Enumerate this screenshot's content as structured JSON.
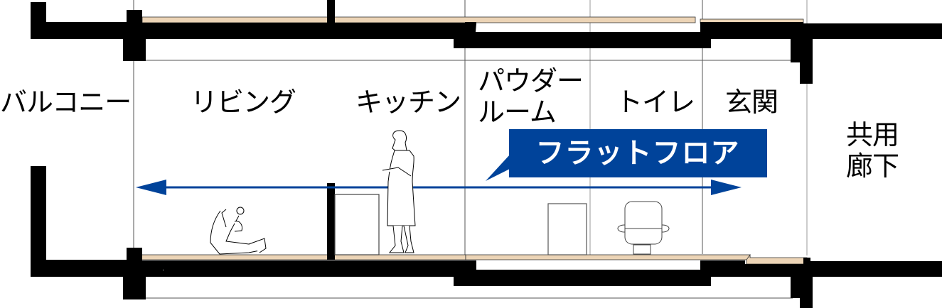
{
  "diagram": {
    "type": "architectural-section",
    "colors": {
      "structure": "#000000",
      "flooring": "#ecd4b6",
      "accent_blue": "#00439a",
      "grid_line": "#555555",
      "light_grid_line": "#bbbbbb",
      "text": "#000000",
      "callout_text": "#ffffff"
    }
  },
  "rooms": [
    {
      "id": "balcony",
      "label": "バルコニー"
    },
    {
      "id": "living",
      "label": "リビング"
    },
    {
      "id": "kitchen",
      "label": "キッチン"
    },
    {
      "id": "powder_room",
      "label_line1": "パウダー",
      "label_line2": "ルーム"
    },
    {
      "id": "toilet",
      "label": "トイレ"
    },
    {
      "id": "entrance",
      "label": "玄関"
    },
    {
      "id": "common_corridor",
      "label_line1": "共用",
      "label_line2": "廊下"
    }
  ],
  "callout": {
    "label": "フラットフロア",
    "arrow": "double-headed horizontal arrow spanning living room to entrance"
  },
  "figures": [
    {
      "id": "sitting-person",
      "room": "living"
    },
    {
      "id": "standing-woman",
      "room": "kitchen"
    },
    {
      "id": "kitchen-counter",
      "room": "kitchen"
    },
    {
      "id": "washstand",
      "room": "powder_room"
    },
    {
      "id": "toilet-fixture",
      "room": "toilet"
    }
  ]
}
